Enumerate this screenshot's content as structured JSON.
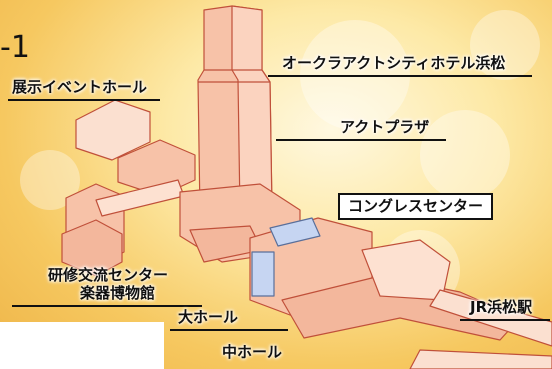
{
  "section_number": "-1",
  "labels": {
    "hotel": "オークラアクトシティホテル浜松",
    "event_hall": "展示イベントホール",
    "act_plaza": "アクトプラザ",
    "congress_center": "コングレスセンター",
    "training_exchange": "研修交流センター",
    "instrument_museum": "楽器博物館",
    "main_hall": "大ホール",
    "medium_hall": "中ホール",
    "jr_station": "JR浜松駅"
  }
}
